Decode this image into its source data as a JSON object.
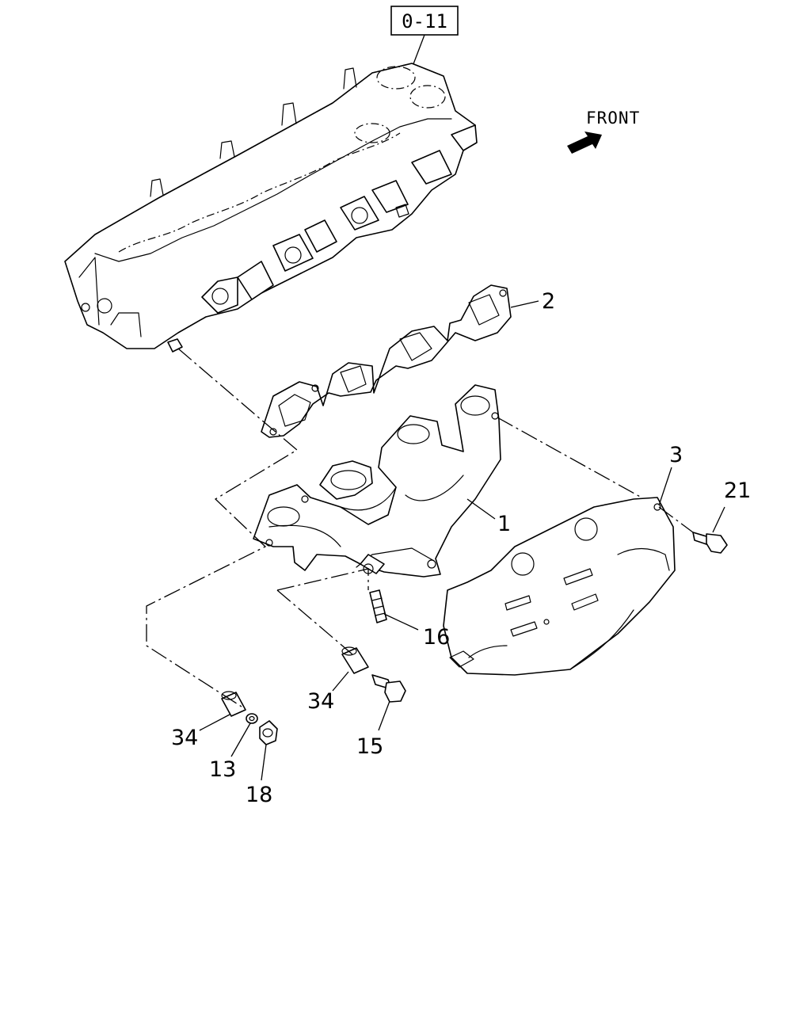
{
  "reference_box": "0-11",
  "direction_label": "FRONT",
  "callouts": {
    "c1": "1",
    "c2": "2",
    "c3": "3",
    "c13": "13",
    "c15": "15",
    "c16": "16",
    "c18": "18",
    "c21": "21",
    "c34a": "34",
    "c34b": "34"
  },
  "icons": {
    "front_arrow": "front-arrow-icon"
  },
  "colors": {
    "line": "#000000",
    "background": "#ffffff"
  }
}
